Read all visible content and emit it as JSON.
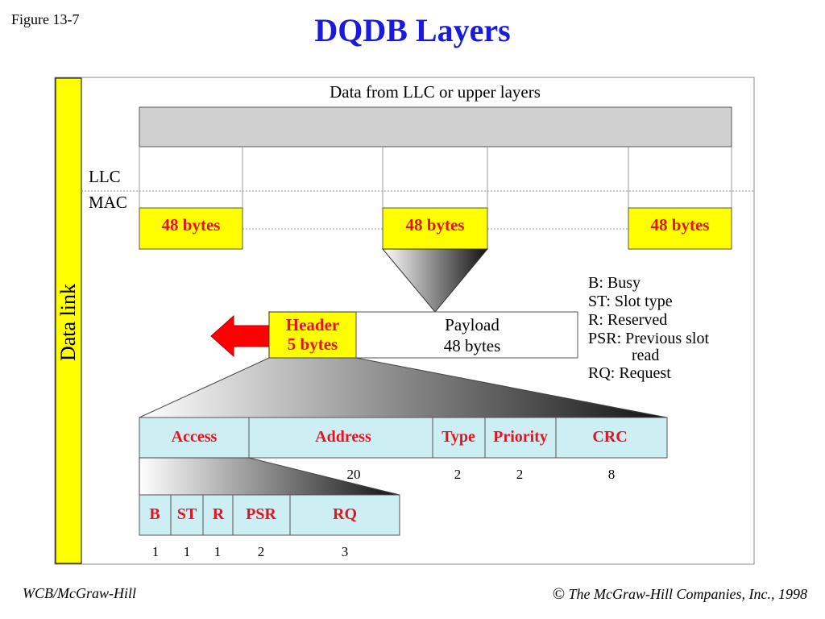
{
  "header": {
    "figure_label": "Figure 13-7",
    "title": "DQDB Layers"
  },
  "diagram": {
    "side_label": "Data link",
    "top_label": "Data from LLC or upper layers",
    "llc_label": "LLC",
    "mac_label": "MAC",
    "segments": [
      "48 bytes",
      "48 bytes",
      "48 bytes"
    ],
    "header_box": {
      "line1": "Header",
      "line2": "5 bytes"
    },
    "payload_box": {
      "line1": "Payload",
      "line2": "48 bytes"
    },
    "legend": [
      "B: Busy",
      "ST: Slot type",
      "R: Reserved",
      "PSR: Previous slot",
      "read",
      "RQ: Request"
    ],
    "header_fields": [
      "Access",
      "Address",
      "Type",
      "Priority",
      "CRC"
    ],
    "header_field_sizes": [
      "20",
      "2",
      "2",
      "8"
    ],
    "access_fields": [
      "B",
      "ST",
      "R",
      "PSR",
      "RQ"
    ],
    "access_field_sizes": [
      "1",
      "1",
      "1",
      "2",
      "3"
    ]
  },
  "footer": {
    "left": "WCB/McGraw-Hill",
    "copyright_symbol": "©",
    "right": "The McGraw-Hill Companies, Inc., 1998"
  },
  "colors": {
    "title": "#1a1adc",
    "yellow": "#ffff00",
    "gray_bar": "#d0d0d0",
    "field_fill": "#cdeef2",
    "label_red": "#e8121e",
    "arrow_red": "#ff0000"
  }
}
